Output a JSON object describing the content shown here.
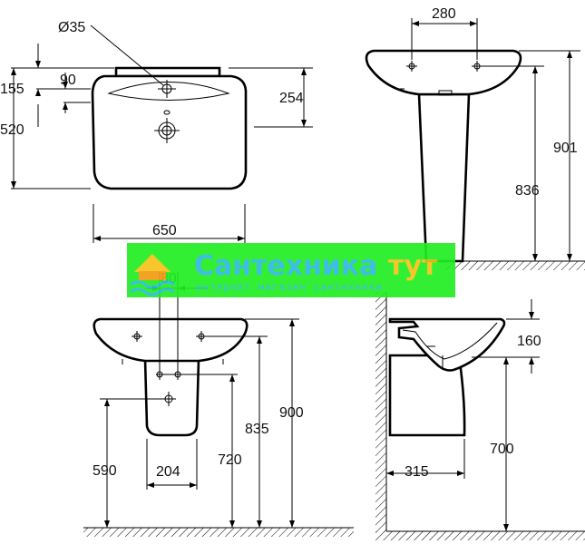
{
  "dimensions": {
    "top_left": {
      "hole_diameter": "Ø35",
      "d155": "155",
      "d90": "90",
      "d520": "520",
      "d254": "254",
      "d650": "650"
    },
    "top_right": {
      "d280": "280",
      "d836": "836",
      "d901": "901"
    },
    "bottom_left": {
      "d80": "80",
      "d590": "590",
      "d204": "204",
      "d720": "720",
      "d835": "835",
      "d900": "900"
    },
    "bottom_right": {
      "d160": "160",
      "d315": "315",
      "d700": "700"
    }
  },
  "watermark": {
    "brand_part1": "Сантехника",
    "brand_part2": "тут",
    "tagline": "интернет магазин сантехники",
    "colors": {
      "green": "#22ee22",
      "blue": "#2fb8e6",
      "yellow": "#f6c21a",
      "orange": "#f39c12"
    }
  }
}
